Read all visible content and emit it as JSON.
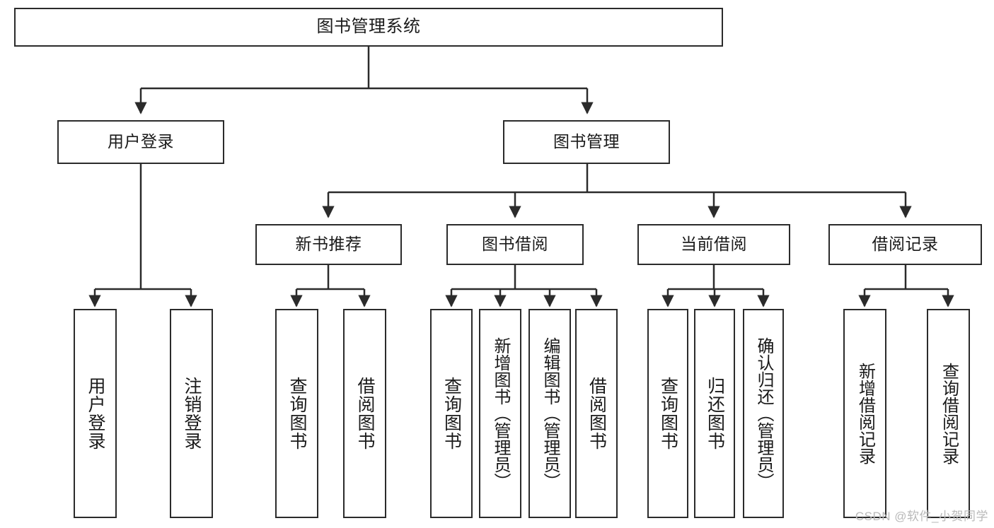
{
  "diagram": {
    "title": "图书管理系统",
    "type": "tree-hierarchy",
    "watermark": "CSDN @软件_小贺同学",
    "colors": {
      "stroke": "#2b2b2b",
      "fill": "#ffffff",
      "text": "#1a1a1a",
      "watermark": "#b9b9b9"
    }
  },
  "nodes": {
    "root": {
      "label": "图书管理系统"
    },
    "level1": [
      {
        "label": "用户登录"
      },
      {
        "label": "图书管理"
      }
    ],
    "level2": [
      {
        "label": "新书推荐"
      },
      {
        "label": "图书借阅"
      },
      {
        "label": "当前借阅"
      },
      {
        "label": "借阅记录"
      }
    ],
    "leaves": {
      "user_login": [
        {
          "label": "用户登录"
        },
        {
          "label": "注销登录"
        }
      ],
      "new_book": [
        {
          "label": "查询图书"
        },
        {
          "label": "借阅图书"
        }
      ],
      "borrow_book": [
        {
          "label": "查询图书"
        },
        {
          "label": "新增图书（管理员）"
        },
        {
          "label": "编辑图书（管理员）"
        },
        {
          "label": "借阅图书"
        }
      ],
      "current_borrow": [
        {
          "label": "查询图书"
        },
        {
          "label": "归还图书"
        },
        {
          "label": "确认归还（管理员）"
        }
      ],
      "borrow_record": [
        {
          "label": "新增借阅记录"
        },
        {
          "label": "查询借阅记录"
        }
      ]
    }
  }
}
